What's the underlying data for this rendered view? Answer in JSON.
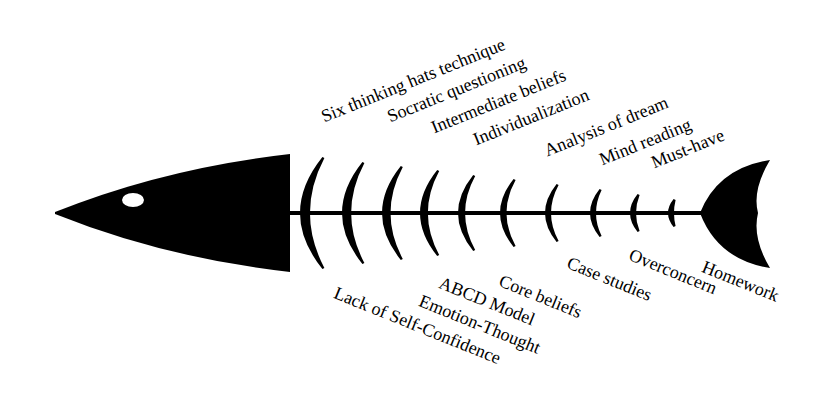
{
  "diagram": {
    "labels": [
      "Six thinking hats technique",
      "Socratic questioning",
      "Intermediate beliefs",
      "Individualization",
      "Analysis of dream",
      "Mind reading",
      "Must-have",
      "Lack of Self-Confidence",
      "Emotion-Thought",
      "ABCD Model",
      "Core beliefs",
      "Case studies",
      "Overconcern",
      "Homework"
    ]
  }
}
